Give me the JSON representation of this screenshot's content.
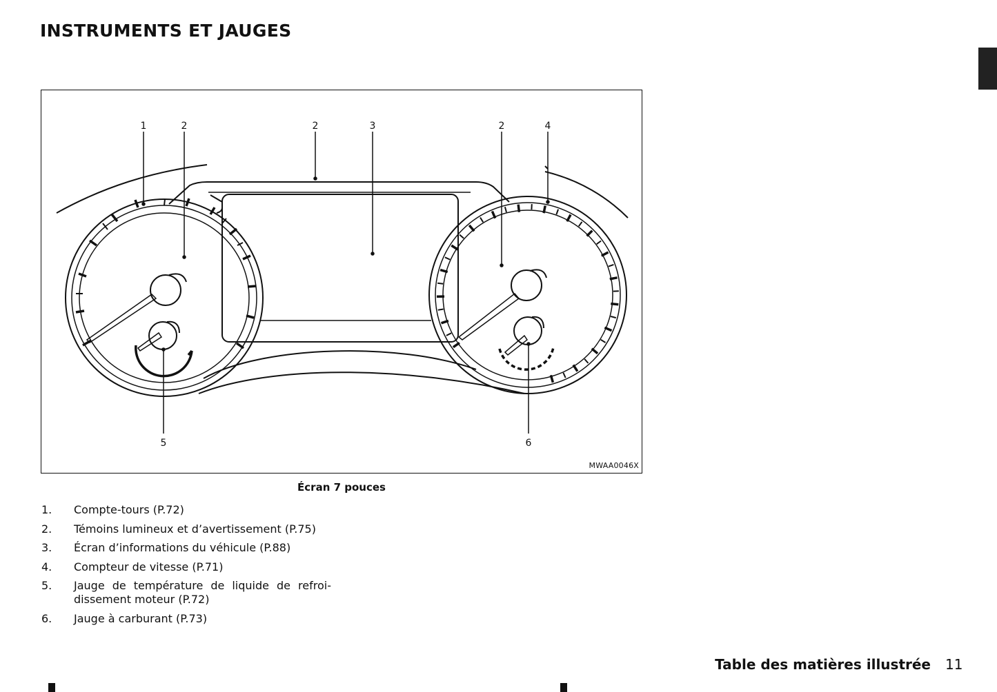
{
  "header": {
    "title": "INSTRUMENTS ET JAUGES"
  },
  "figure": {
    "callouts": [
      "1",
      "2",
      "2",
      "3",
      "2",
      "4",
      "5",
      "6"
    ],
    "code": "MWAA0046X",
    "caption": "Écran 7 pouces"
  },
  "legend": [
    {
      "num": "1.",
      "text": "Compte-tours (P.72)"
    },
    {
      "num": "2.",
      "text": "Témoins lumineux et d’avertissement (P.75)"
    },
    {
      "num": "3.",
      "text": "Écran d’informations du véhicule (P.88)"
    },
    {
      "num": "4.",
      "text": "Compteur de vitesse (P.71)"
    },
    {
      "num": "5.",
      "text": "Jauge de température de liquide de refroi-dissement moteur (P.72)"
    },
    {
      "num": "6.",
      "text": "Jauge à carburant (P.73)"
    }
  ],
  "footer": {
    "section": "Table des matières illustrée",
    "page": "11"
  }
}
